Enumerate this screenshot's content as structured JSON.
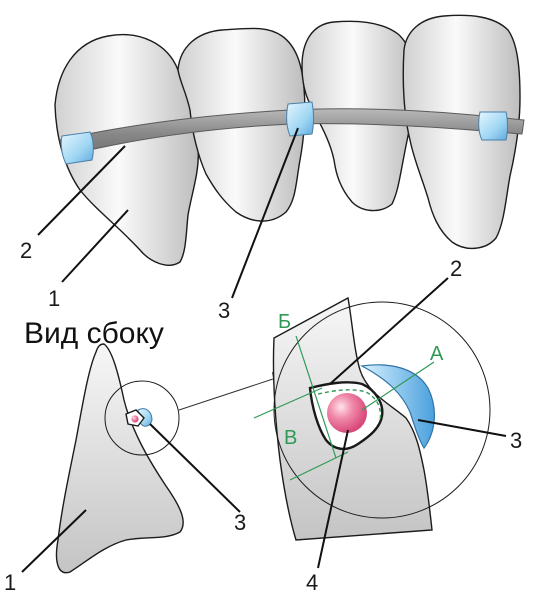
{
  "diagram": {
    "side_view_title": "Вид сбоку",
    "labels": {
      "top_wire": "2",
      "top_tooth": "1",
      "top_bracket": "3",
      "side_bracket": "3",
      "side_tooth": "1",
      "detail_wire": "2",
      "detail_bracket": "3",
      "detail_slot": "4"
    },
    "dimension_labels": {
      "a": "А",
      "b": "Б",
      "v": "В"
    },
    "colors": {
      "tooth_light": "#f4f4f4",
      "tooth_shade": "#c9c9c9",
      "bracket": "#9fd6f3",
      "bracket_dark": "#5fa9df",
      "wire": "#8e8e8e",
      "wire_ball": "#e8678f",
      "dimension_green": "#2e9a55"
    }
  }
}
